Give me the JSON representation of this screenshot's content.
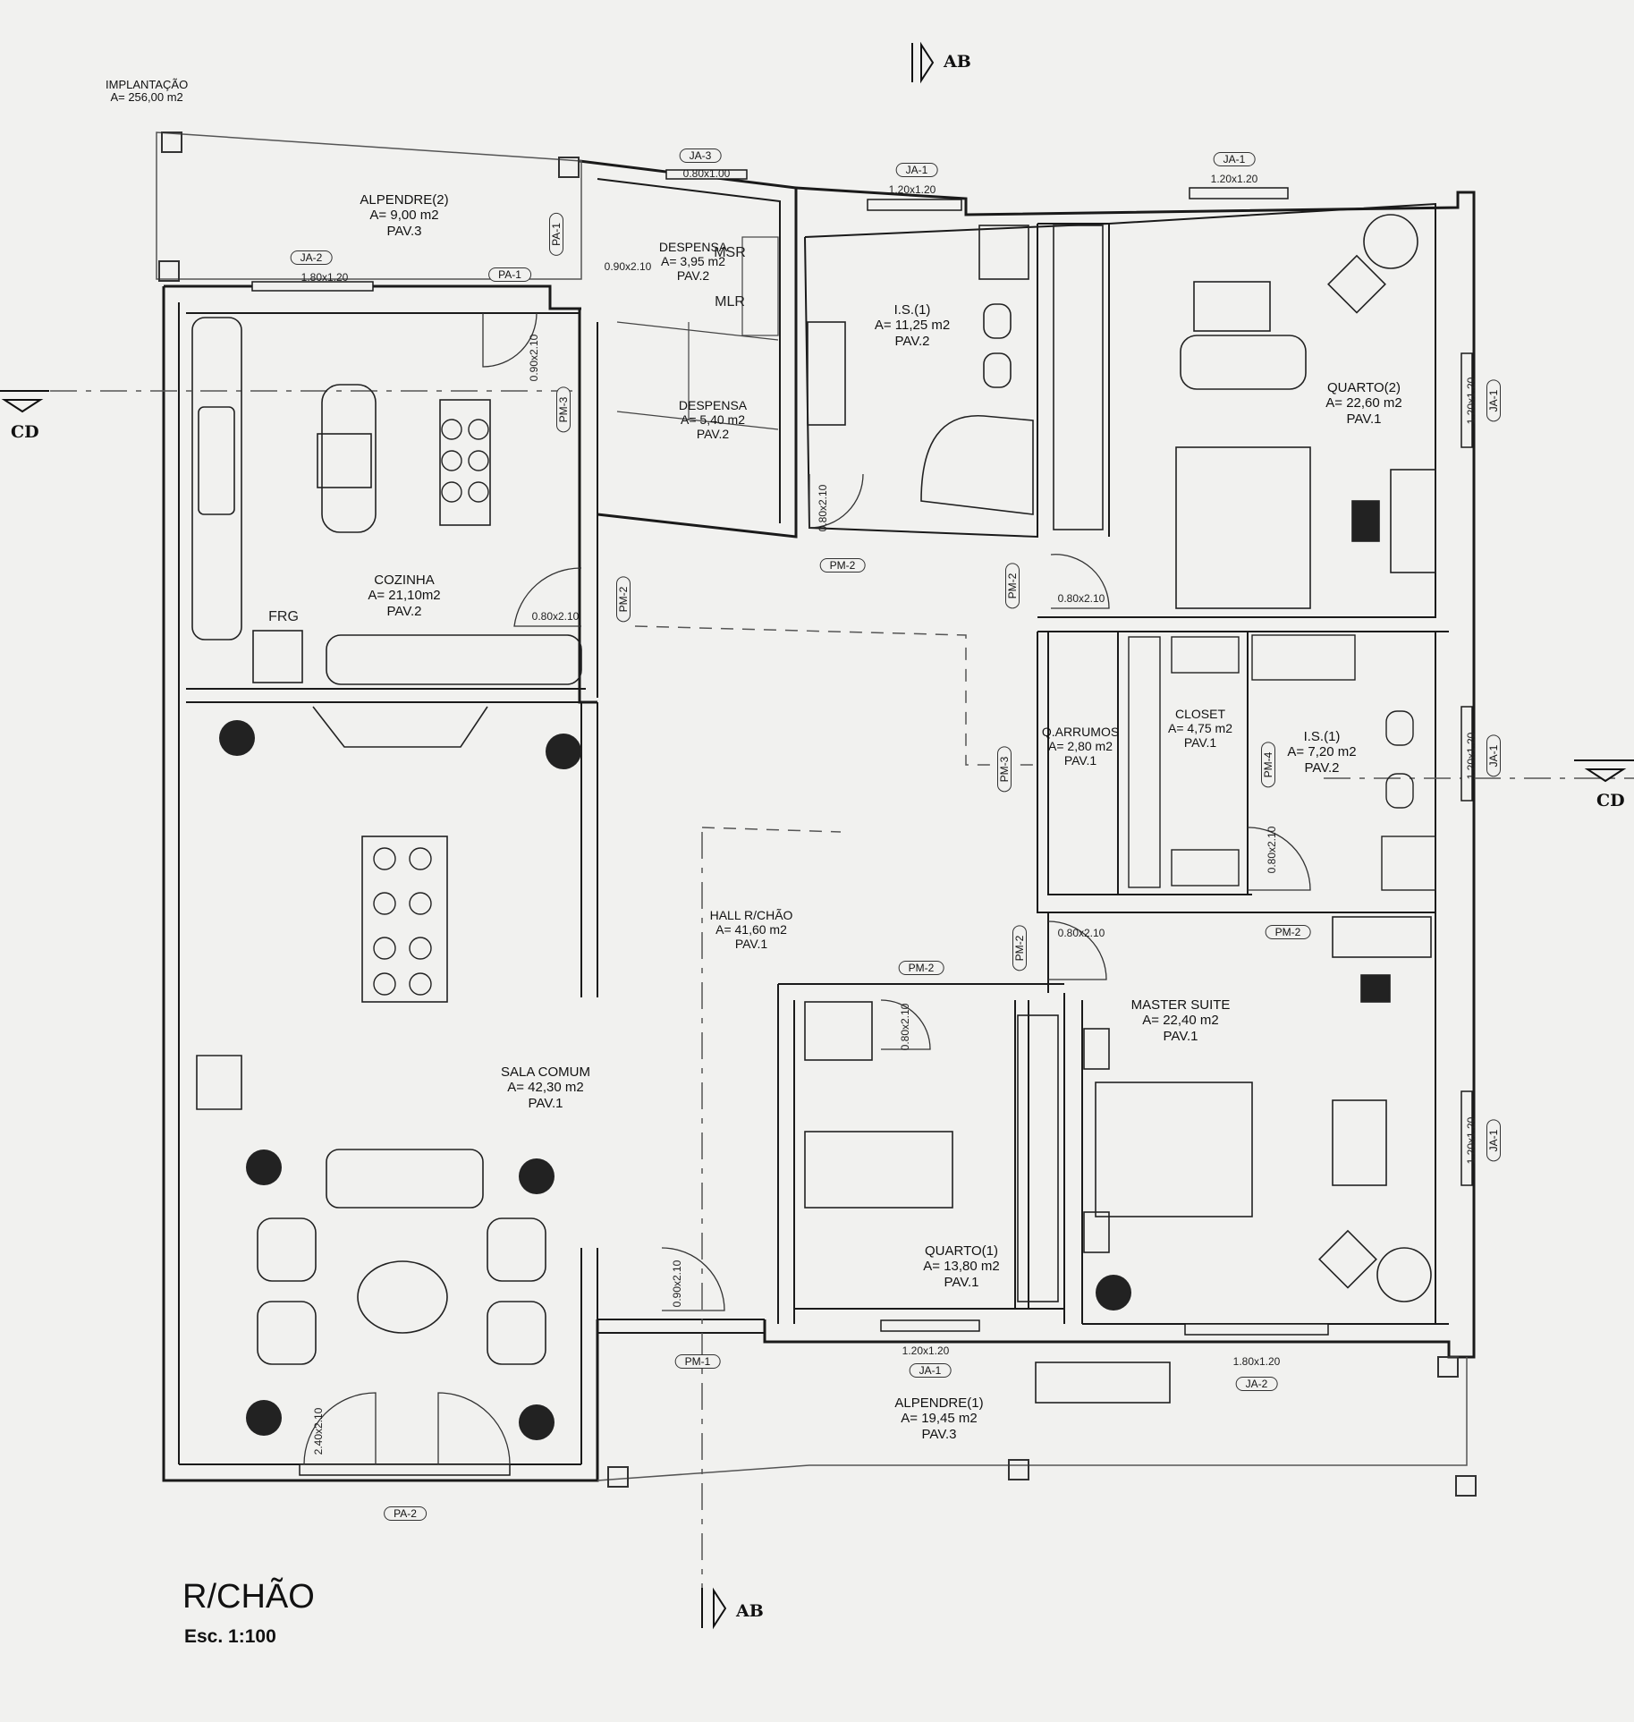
{
  "drawing": {
    "title": "R/CHÃO",
    "scale": "Esc. 1:100",
    "implantacao": {
      "label": "IMPLANTAÇÃO",
      "area": "A= 256,00 m2"
    }
  },
  "rooms": {
    "alpendre2": {
      "name": "ALPENDRE(2)",
      "area": "A= 9,00 m2",
      "pav": "PAV.3"
    },
    "despensa1": {
      "name": "DESPENSA",
      "area": "A= 3,95 m2",
      "pav": "PAV.2"
    },
    "despensa2": {
      "name": "DESPENSA",
      "area": "A= 5,40 m2",
      "pav": "PAV.2"
    },
    "is1_top": {
      "name": "I.S.(1)",
      "area": "A= 11,25 m2",
      "pav": "PAV.2"
    },
    "quarto2": {
      "name": "QUARTO(2)",
      "area": "A= 22,60 m2",
      "pav": "PAV.1"
    },
    "cozinha": {
      "name": "COZINHA",
      "area": "A= 21,10m2",
      "pav": "PAV.2"
    },
    "q_arrumos": {
      "name": "Q.ARRUMOS",
      "area": "A= 2,80 m2",
      "pav": "PAV.1"
    },
    "closet": {
      "name": "CLOSET",
      "area": "A= 4,75 m2",
      "pav": "PAV.1"
    },
    "is1_right": {
      "name": "I.S.(1)",
      "area": "A= 7,20 m2",
      "pav": "PAV.2"
    },
    "hall": {
      "name": "HALL R/CHÃO",
      "area": "A= 41,60 m2",
      "pav": "PAV.1"
    },
    "master": {
      "name": "MASTER SUITE",
      "area": "A= 22,40 m2",
      "pav": "PAV.1"
    },
    "sala": {
      "name": "SALA COMUM",
      "area": "A= 42,30 m2",
      "pav": "PAV.1"
    },
    "quarto1": {
      "name": "QUARTO(1)",
      "area": "A= 13,80 m2",
      "pav": "PAV.1"
    },
    "alpendre1": {
      "name": "ALPENDRE(1)",
      "area": "A= 19,45 m2",
      "pav": "PAV.3"
    }
  },
  "labels": {
    "ja1": "JA-1",
    "ja2": "JA-2",
    "ja3": "JA-3",
    "pa1": "PA-1",
    "pa2": "PA-2",
    "pm1": "PM-1",
    "pm2": "PM-2",
    "pm3": "PM-3",
    "pm4": "PM-4",
    "d080x100": "0.80x1.00",
    "d120x120": "1.20x1.20",
    "d180x120": "1.80x1.20",
    "d090x210": "0.90x2.10",
    "d080x210": "0.80x2.10",
    "d240x210": "2.40x2.10",
    "msr": "MSR",
    "mlr": "MLR",
    "frg": "FRG",
    "cut_ab": "AB",
    "cut_cd": "CD"
  },
  "colors": {
    "line": "#1a1a1a",
    "paper": "#f1f1ef",
    "hatch": "#555555"
  }
}
